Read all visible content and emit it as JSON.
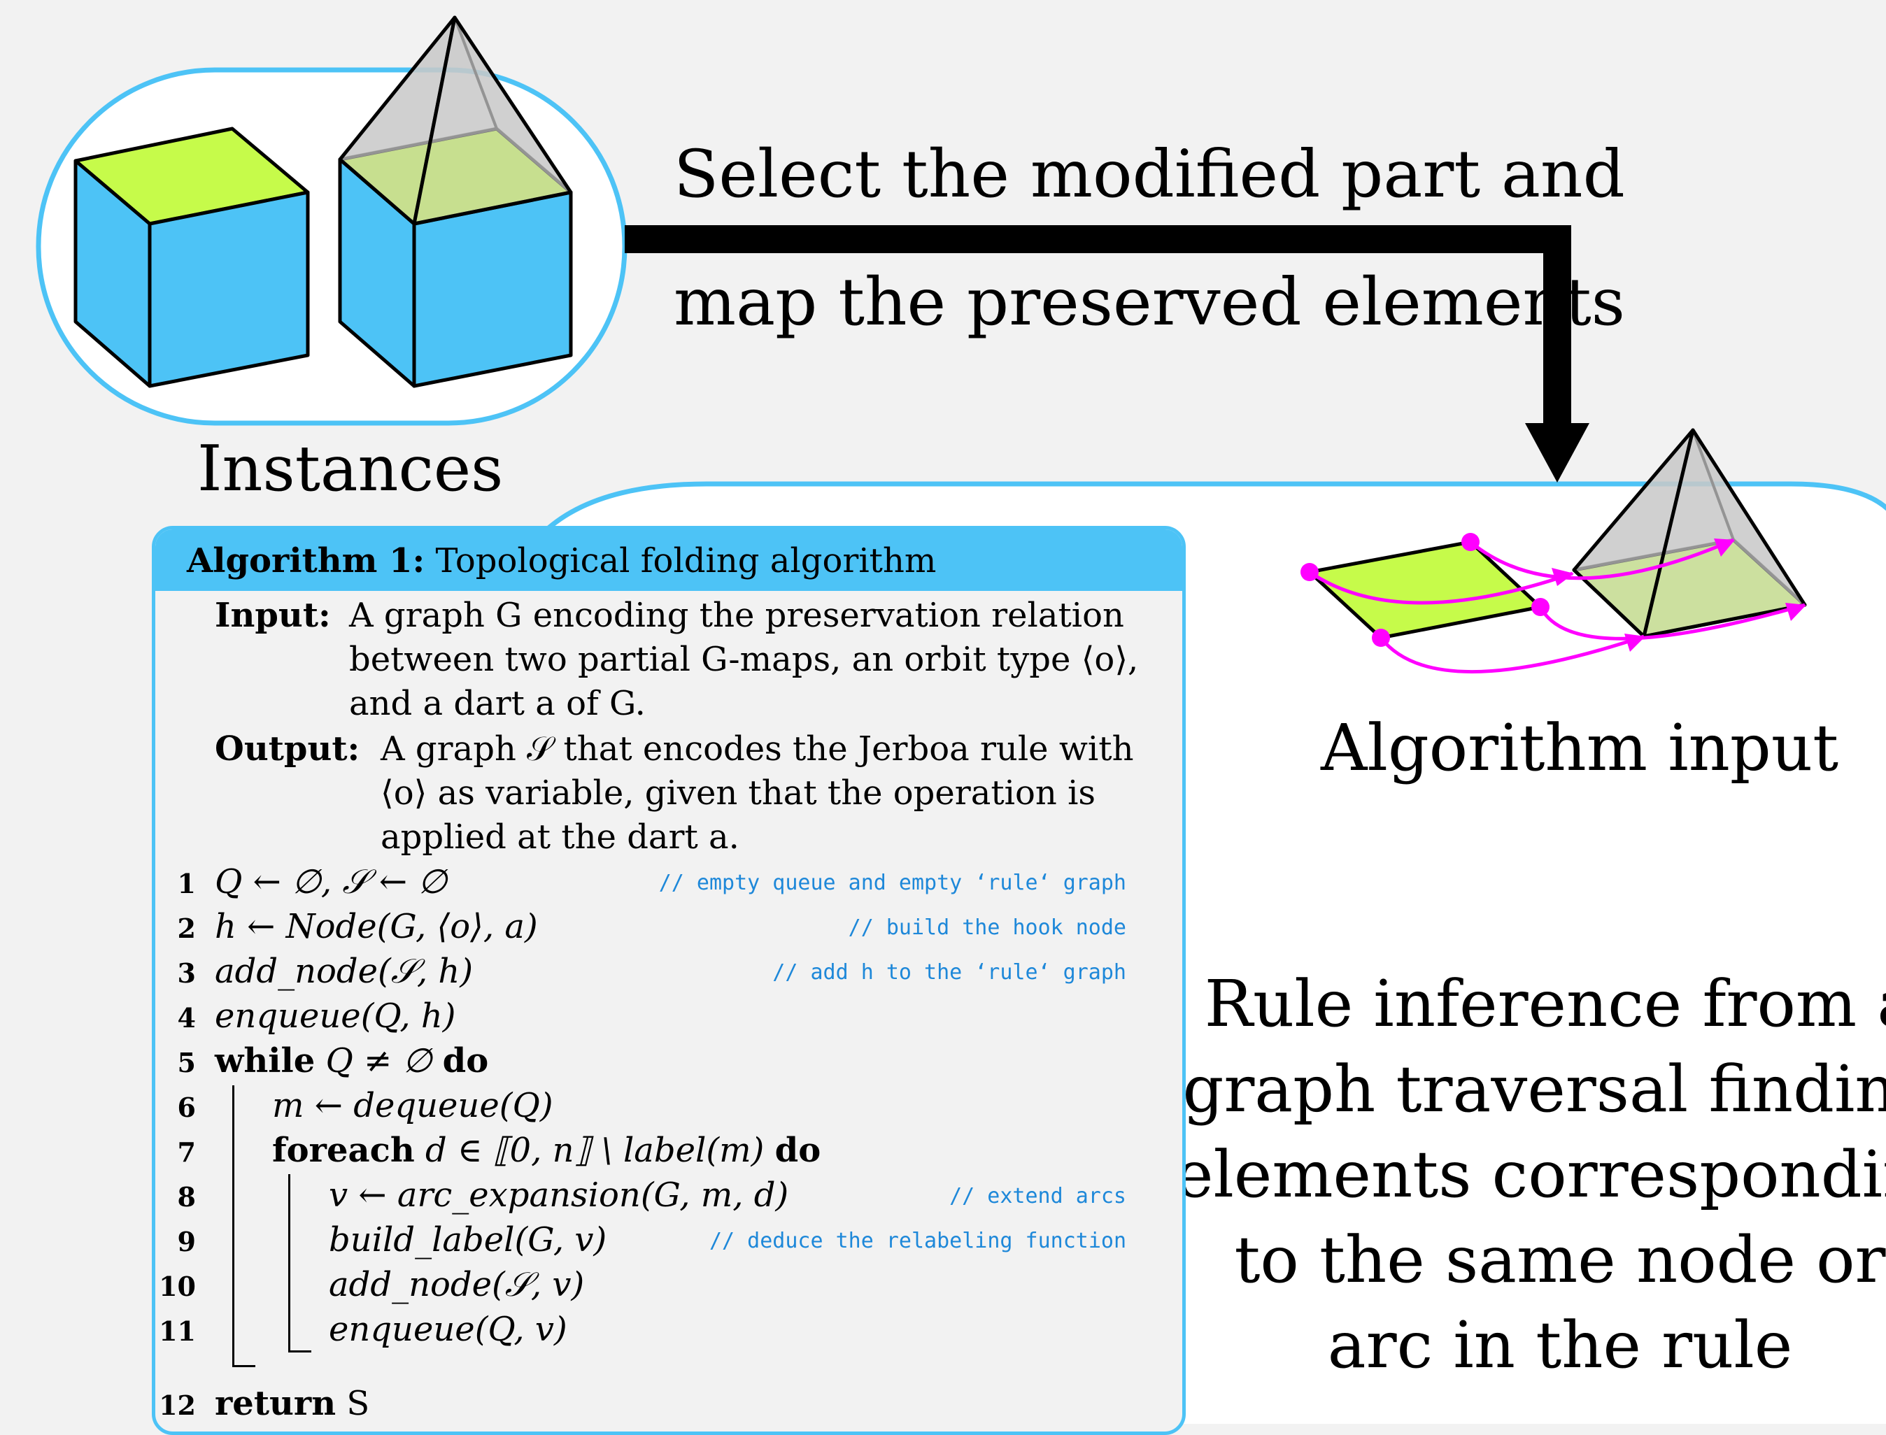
{
  "caption": {
    "line1": "Select the modified part and",
    "line2": "map the preserved elements"
  },
  "labels": {
    "instances": "Instances",
    "algorithm_input": "Algorithm input"
  },
  "rule_text": [
    "Rule inference from a",
    "graph traversal finding",
    "elements corresponding",
    "to the same node or",
    "arc in the rule"
  ],
  "algorithm": {
    "title_bold": "Algorithm 1:",
    "title": "Topological folding algorithm",
    "input_label": "Input:",
    "input_lines": [
      "A graph G encoding the preservation relation",
      "between two partial G-maps, an orbit type ⟨o⟩,",
      "and a dart a of G."
    ],
    "output_label": "Output:",
    "output_lines": [
      "A graph 𝒮 that encodes the Jerboa rule with",
      "⟨o⟩ as variable, given that the operation is",
      "applied at the dart a."
    ],
    "lines": [
      {
        "n": "1",
        "code": "Q ← ∅,  𝒮 ← ∅",
        "comment": "// empty queue and empty ‘rule‘ graph"
      },
      {
        "n": "2",
        "code": "h ← Node(G, ⟨o⟩, a)",
        "comment": "// build the hook node"
      },
      {
        "n": "3",
        "code": "add_node(𝒮, h)",
        "comment": "// add h to the ‘rule‘ graph"
      },
      {
        "n": "4",
        "code": "enqueue(Q, h)",
        "comment": ""
      },
      {
        "n": "5",
        "kw1": "while",
        "code": "Q ≠ ∅",
        "kw2": "do"
      },
      {
        "n": "6",
        "code": "m ← dequeue(Q)"
      },
      {
        "n": "7",
        "kw1": "foreach",
        "code": "d ∈ ⟦0, n⟧ \\ label(m)",
        "kw2": "do"
      },
      {
        "n": "8",
        "code": "v ← arc_expansion(G, m, d)",
        "comment": "// extend arcs"
      },
      {
        "n": "9",
        "code": "build_label(G, v)",
        "comment": "// deduce the relabeling function"
      },
      {
        "n": "10",
        "code": "add_node(𝒮, v)"
      },
      {
        "n": "11",
        "code": "enqueue(Q, v)"
      },
      {
        "n": "12",
        "kw1": "return",
        "code": "S"
      }
    ]
  },
  "colors": {
    "cyan": "#4dc3f6",
    "lime": "#c6fb4a",
    "magenta": "#ff00ff",
    "gray": "#c9c9c9",
    "comment": "#1e88d9"
  }
}
